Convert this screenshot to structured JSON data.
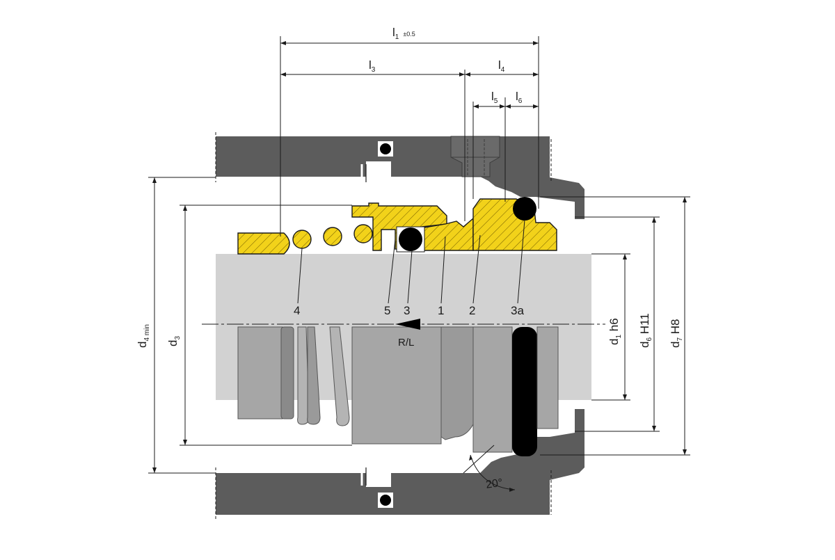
{
  "dimensions": {
    "l1": {
      "main": "l",
      "sub": "1",
      "tol": "±0.5"
    },
    "l3": {
      "main": "l",
      "sub": "3"
    },
    "l4": {
      "main": "l",
      "sub": "4"
    },
    "l5": {
      "main": "l",
      "sub": "5"
    },
    "l6": {
      "main": "l",
      "sub": "6"
    },
    "d4": {
      "main": "d",
      "sub": "4 min"
    },
    "d3": {
      "main": "d",
      "sub": "3"
    },
    "d1": {
      "main": "d",
      "sub": "1",
      "fit": " h6"
    },
    "d6": {
      "main": "d",
      "sub": "6",
      "fit": " H11"
    },
    "d7": {
      "main": "d",
      "sub": "7",
      "fit": " H8"
    }
  },
  "parts": [
    "4",
    "5",
    "3",
    "1",
    "2",
    "3a"
  ],
  "rotation_label": "R/L",
  "angle_label": "20°",
  "colors": {
    "housing": "#5c5c5c",
    "shaft": "#d2d2d2",
    "seal": "#f2d21a",
    "hatch": "#7a6400",
    "component": "#a6a6a6",
    "component_dark": "#8a8a8a",
    "oring": "#000000"
  }
}
